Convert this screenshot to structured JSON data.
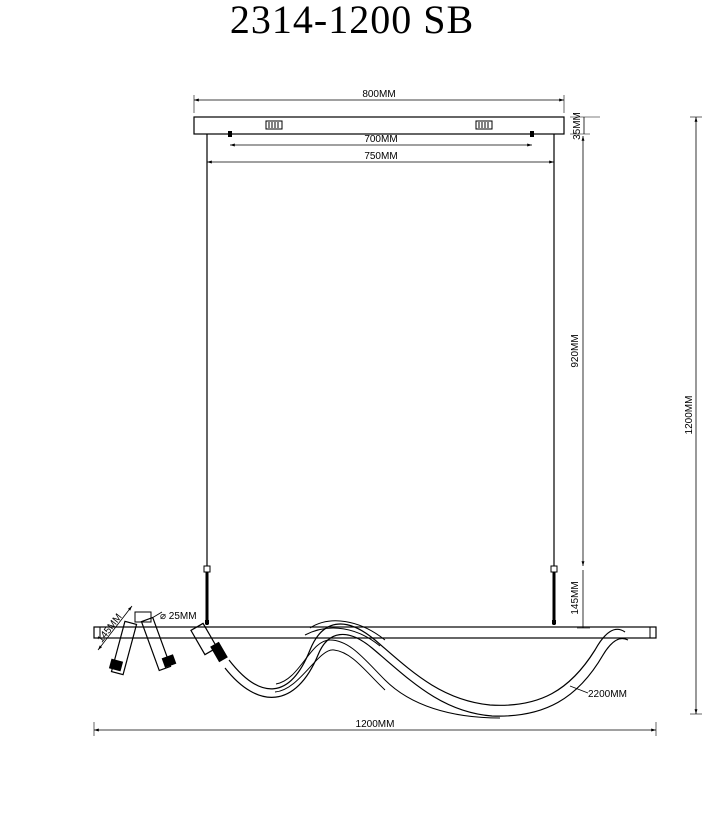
{
  "title": "2314-1200 SB",
  "dimensions": {
    "canopy_width": "800MM",
    "mount_700": "700MM",
    "mount_750": "750MM",
    "canopy_height": "35MM",
    "cable_length": "920MM",
    "total_height": "1200MM",
    "lower_145": "145MM",
    "total_width": "1200MM",
    "spot_length": "145MM",
    "spot_diameter": "⌀ 25MM",
    "tube_length": "2200MM"
  }
}
